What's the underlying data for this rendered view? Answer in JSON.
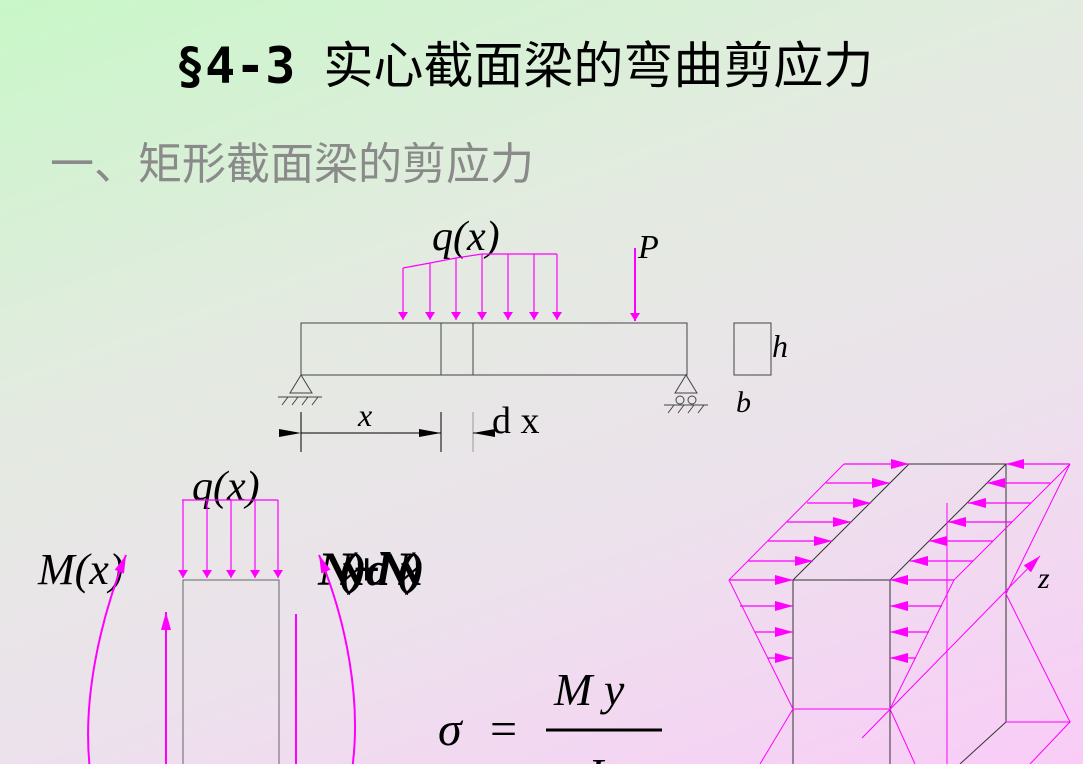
{
  "slide": {
    "section_number": "§4-3",
    "title": "实心截面梁的弯曲剪应力",
    "subtitle": "一、矩形截面梁的剪应力"
  },
  "beam_diagram": {
    "load_label": "q(x)",
    "point_load_label": "P",
    "height_label": "h",
    "width_label": "b",
    "x_label": "x",
    "dx_label": "d x"
  },
  "element_diagram": {
    "load_label": "q(x)",
    "moment_left_label": "M(x)",
    "moment_right_label": "N(x)+dN(x)"
  },
  "formula": {
    "lhs": "σ",
    "eq": "=",
    "numerator": "M y",
    "denominator": "I"
  },
  "stress_block": {
    "axis_label": "z"
  },
  "colors": {
    "accent": "#ff00ff",
    "line": "#333333",
    "subtitle": "#8a8a8a"
  }
}
